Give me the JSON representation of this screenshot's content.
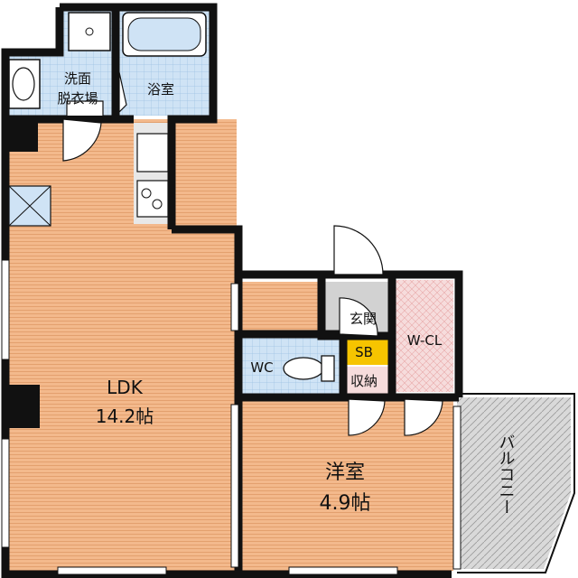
{
  "rooms": {
    "washroom": "洗面",
    "washroom2": "脱衣場",
    "bath": "浴室",
    "ldk": "LDK",
    "ldk_size": "14.2帖",
    "wc": "WC",
    "entrance": "玄関",
    "shoebox": "SB",
    "storage": "収納",
    "wcl": "W-CL",
    "western": "洋室",
    "western_size": "4.9帖",
    "balcony": "バルコニー"
  },
  "colors": {
    "wood_floor": "#f3b98c",
    "tile_floor": "#cfe3f5",
    "entrance_floor": "#d2d2d2",
    "closet_floor": "#f6dcdc",
    "shoebox": "#f6c400",
    "wall": "#111111"
  }
}
